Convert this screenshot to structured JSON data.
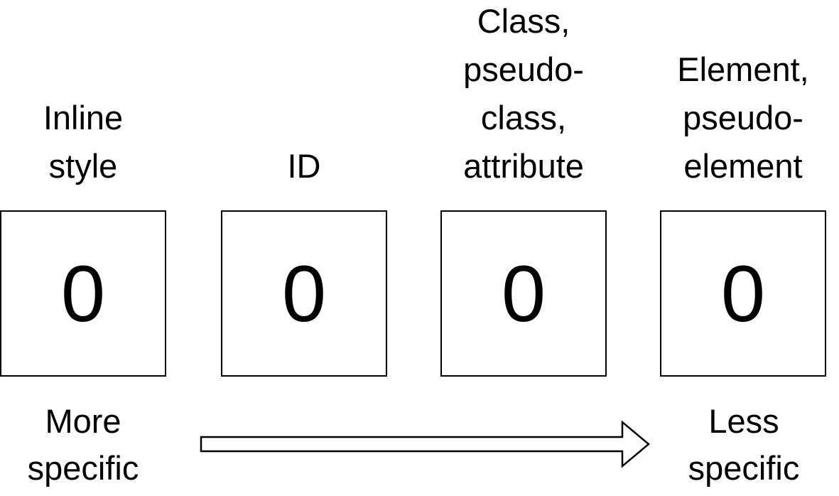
{
  "columns": [
    {
      "label_lines": [
        "Inline",
        "style"
      ],
      "value": "0"
    },
    {
      "label_lines": [
        "ID"
      ],
      "value": "0"
    },
    {
      "label_lines": [
        "Class,",
        "pseudo-",
        "class,",
        "attribute"
      ],
      "value": "0"
    },
    {
      "label_lines": [
        "Element,",
        "pseudo-",
        "element"
      ],
      "value": "0"
    }
  ],
  "left_caption": [
    "More",
    "specific"
  ],
  "right_caption": [
    "Less",
    "specific"
  ],
  "arrow_direction": "right"
}
